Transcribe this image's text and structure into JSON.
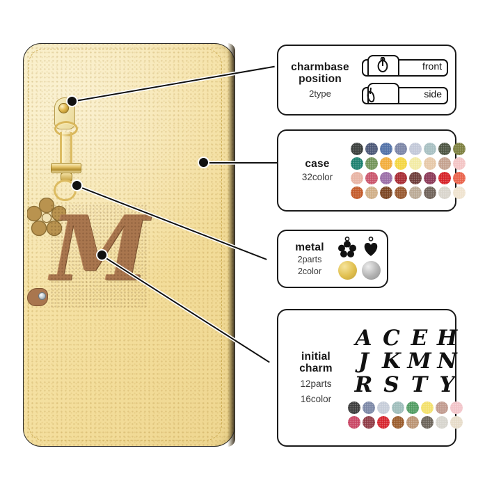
{
  "product": {
    "case_color_hex": "#f4e1a2",
    "charm_letter": "M",
    "charm_color_hex": "#a9764e",
    "metal_color_hex": "#dcbb61",
    "flower_color_hex": "#b9934f"
  },
  "panels": {
    "charmbase": {
      "label_line1": "charmbase",
      "label_line2": "position",
      "sub": "2type",
      "options": [
        {
          "name": "front",
          "label": "front"
        },
        {
          "name": "side",
          "label": "side"
        }
      ]
    },
    "case": {
      "label": "case",
      "sub": "32color",
      "swatches": [
        "#3b3f3d",
        "#4a5676",
        "#5272a8",
        "#7b85a6",
        "#c2c8d8",
        "#a8c0c2",
        "#4b5340",
        "#7c7f3e",
        "#1b7f6e",
        "#6f9155",
        "#f2ac3a",
        "#f4d53f",
        "#f2eaa2",
        "#e6c8a8",
        "#c3a08c",
        "#f3c4c4",
        "#e8b4a4",
        "#c9536a",
        "#9b6fa8",
        "#a82b33",
        "#6d3c3a",
        "#8c3a59",
        "#d62027",
        "#e9624a",
        "#c35a2a",
        "#cfad85",
        "#7a4421",
        "#96562c",
        "#b9a893",
        "#6f6259",
        "#d8d4cb",
        "#efe3cf"
      ]
    },
    "metal": {
      "label": "metal",
      "sub_line1": "2parts",
      "sub_line2": "2color",
      "parts": [
        {
          "name": "flower-charm",
          "shape": "flower"
        },
        {
          "name": "heart-charm",
          "shape": "heart"
        }
      ],
      "colors": [
        {
          "name": "gold",
          "hex": "#e0bf4e"
        },
        {
          "name": "silver",
          "hex": "#b2b2b2"
        }
      ]
    },
    "initial_charm": {
      "label_line1": "initial",
      "label_line2": "charm",
      "sub_line1": "12parts",
      "sub_line2": "16color",
      "letters": [
        "A",
        "C",
        "E",
        "H",
        "J",
        "K",
        "M",
        "N",
        "R",
        "S",
        "T",
        "Y"
      ],
      "swatches": [
        "#3c3c3c",
        "#7b87a6",
        "#c5ccd8",
        "#9ebdbb",
        "#4e9b60",
        "#f3e06a",
        "#c09a8e",
        "#f2c3c8",
        "#c94564",
        "#8e3a45",
        "#d6212b",
        "#9a5c2c",
        "#b99170",
        "#6a6258",
        "#d6d4cd",
        "#e6dbc8"
      ]
    }
  }
}
